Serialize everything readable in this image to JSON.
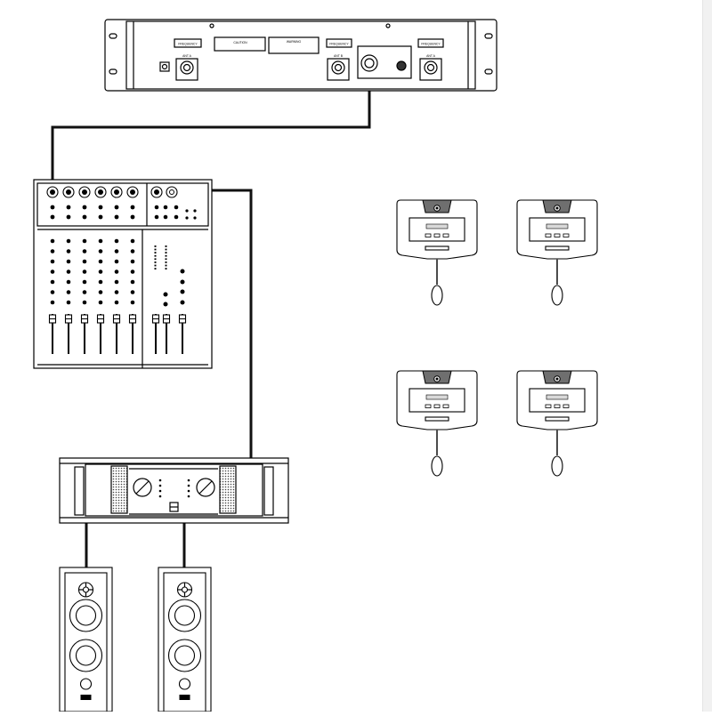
{
  "receiver": {
    "ant_labels": [
      "ANT A",
      "ANT B",
      "ANT A"
    ],
    "frequency_labels": [
      "FREQUENCY",
      "FREQUENCY",
      "FREQUENCY"
    ],
    "caution_label": "CAUTION",
    "warning_label": "WARNING"
  },
  "colors": {
    "line": "#000000",
    "cable": "#111111",
    "fill": "#ffffff",
    "tint": "#d9d9d9",
    "dark": "#555555"
  }
}
